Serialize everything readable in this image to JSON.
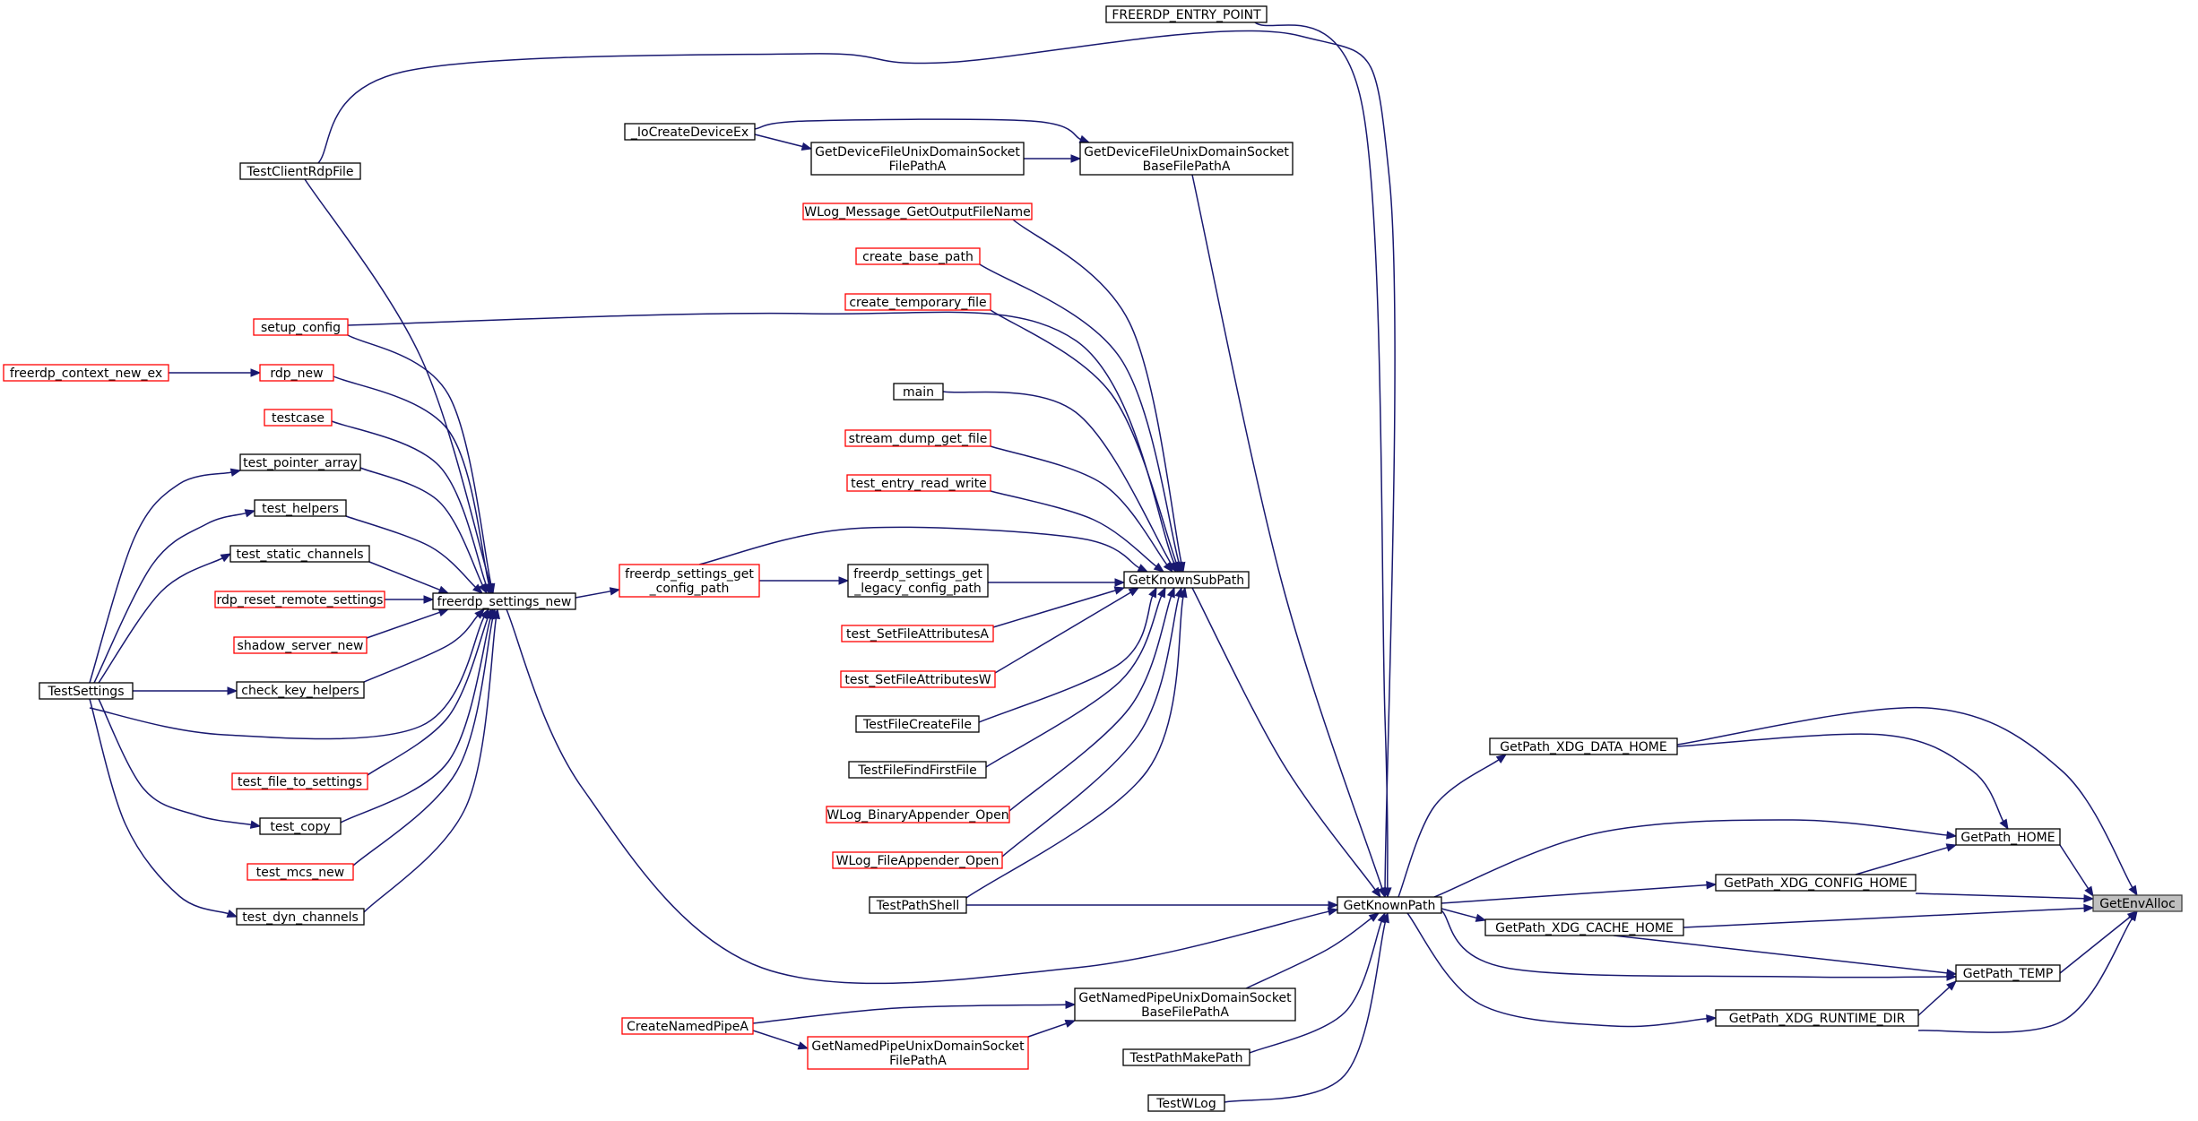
{
  "colors": {
    "edge": "#191970",
    "documented_border": "#000000",
    "undocumented_border": "#ff0000",
    "focus_fill": "#bfbfbf",
    "focus_border": "#404040",
    "node_fill": "#ffffff"
  },
  "nodes": [
    {
      "id": "GetEnvAlloc",
      "lines": [
        "GetEnvAlloc"
      ],
      "style": "focus"
    },
    {
      "id": "GetPath_HOME",
      "lines": [
        "GetPath_HOME"
      ],
      "style": "doc"
    },
    {
      "id": "GetPath_TEMP",
      "lines": [
        "GetPath_TEMP"
      ],
      "style": "doc"
    },
    {
      "id": "GetPath_XDG_DATA_HOME",
      "lines": [
        "GetPath_XDG_DATA_HOME"
      ],
      "style": "doc"
    },
    {
      "id": "GetPath_XDG_CONFIG_HOME",
      "lines": [
        "GetPath_XDG_CONFIG_HOME"
      ],
      "style": "doc"
    },
    {
      "id": "GetPath_XDG_CACHE_HOME",
      "lines": [
        "GetPath_XDG_CACHE_HOME"
      ],
      "style": "doc"
    },
    {
      "id": "GetPath_XDG_RUNTIME_DIR",
      "lines": [
        "GetPath_XDG_RUNTIME_DIR"
      ],
      "style": "doc"
    },
    {
      "id": "GetKnownPath",
      "lines": [
        "GetKnownPath"
      ],
      "style": "doc"
    },
    {
      "id": "FREERDP_ENTRY_POINT",
      "lines": [
        "FREERDP_ENTRY_POINT"
      ],
      "style": "doc"
    },
    {
      "id": "GetDeviceFileUnixDomainSocketBaseFilePathA",
      "lines": [
        "GetDeviceFileUnixDomainSocket",
        "BaseFilePathA"
      ],
      "style": "doc"
    },
    {
      "id": "GetDeviceFileUnixDomainSocketFilePathA",
      "lines": [
        "GetDeviceFileUnixDomainSocket",
        "FilePathA"
      ],
      "style": "doc"
    },
    {
      "id": "_IoCreateDeviceEx",
      "lines": [
        "_IoCreateDeviceEx"
      ],
      "style": "doc"
    },
    {
      "id": "GetKnownSubPath",
      "lines": [
        "GetKnownSubPath"
      ],
      "style": "doc"
    },
    {
      "id": "WLog_Message_GetOutputFileName",
      "lines": [
        "WLog_Message_GetOutputFileName"
      ],
      "style": "undoc"
    },
    {
      "id": "create_base_path",
      "lines": [
        "create_base_path"
      ],
      "style": "undoc"
    },
    {
      "id": "create_temporary_file",
      "lines": [
        "create_temporary_file"
      ],
      "style": "undoc"
    },
    {
      "id": "main",
      "lines": [
        "main"
      ],
      "style": "doc"
    },
    {
      "id": "stream_dump_get_file",
      "lines": [
        "stream_dump_get_file"
      ],
      "style": "undoc"
    },
    {
      "id": "test_entry_read_write",
      "lines": [
        "test_entry_read_write"
      ],
      "style": "undoc"
    },
    {
      "id": "freerdp_settings_get_legacy_config_path",
      "lines": [
        "freerdp_settings_get",
        "_legacy_config_path"
      ],
      "style": "doc"
    },
    {
      "id": "freerdp_settings_get_config_path",
      "lines": [
        "freerdp_settings_get",
        "_config_path"
      ],
      "style": "undoc"
    },
    {
      "id": "test_SetFileAttributesA",
      "lines": [
        "test_SetFileAttributesA"
      ],
      "style": "undoc"
    },
    {
      "id": "test_SetFileAttributesW",
      "lines": [
        "test_SetFileAttributesW"
      ],
      "style": "undoc"
    },
    {
      "id": "TestFileCreateFile",
      "lines": [
        "TestFileCreateFile"
      ],
      "style": "doc"
    },
    {
      "id": "TestFileFindFirstFile",
      "lines": [
        "TestFileFindFirstFile"
      ],
      "style": "doc"
    },
    {
      "id": "WLog_BinaryAppender_Open",
      "lines": [
        "WLog_BinaryAppender_Open"
      ],
      "style": "undoc"
    },
    {
      "id": "WLog_FileAppender_Open",
      "lines": [
        "WLog_FileAppender_Open"
      ],
      "style": "undoc"
    },
    {
      "id": "TestPathShell",
      "lines": [
        "TestPathShell"
      ],
      "style": "doc"
    },
    {
      "id": "GetNamedPipeUnixDomainSocketBaseFilePathA",
      "lines": [
        "GetNamedPipeUnixDomainSocket",
        "BaseFilePathA"
      ],
      "style": "doc"
    },
    {
      "id": "GetNamedPipeUnixDomainSocketFilePathA",
      "lines": [
        "GetNamedPipeUnixDomainSocket",
        "FilePathA"
      ],
      "style": "undoc"
    },
    {
      "id": "CreateNamedPipeA",
      "lines": [
        "CreateNamedPipeA"
      ],
      "style": "undoc"
    },
    {
      "id": "TestPathMakePath",
      "lines": [
        "TestPathMakePath"
      ],
      "style": "doc"
    },
    {
      "id": "TestWLog",
      "lines": [
        "TestWLog"
      ],
      "style": "doc"
    },
    {
      "id": "freerdp_settings_new",
      "lines": [
        "freerdp_settings_new"
      ],
      "style": "doc"
    },
    {
      "id": "TestClientRdpFile",
      "lines": [
        "TestClientRdpFile"
      ],
      "style": "doc"
    },
    {
      "id": "setup_config",
      "lines": [
        "setup_config"
      ],
      "style": "undoc"
    },
    {
      "id": "rdp_new",
      "lines": [
        "rdp_new"
      ],
      "style": "undoc"
    },
    {
      "id": "freerdp_context_new_ex",
      "lines": [
        "freerdp_context_new_ex"
      ],
      "style": "undoc"
    },
    {
      "id": "testcase",
      "lines": [
        "testcase"
      ],
      "style": "undoc"
    },
    {
      "id": "test_pointer_array",
      "lines": [
        "test_pointer_array"
      ],
      "style": "doc"
    },
    {
      "id": "test_helpers",
      "lines": [
        "test_helpers"
      ],
      "style": "doc"
    },
    {
      "id": "test_static_channels",
      "lines": [
        "test_static_channels"
      ],
      "style": "doc"
    },
    {
      "id": "rdp_reset_remote_settings",
      "lines": [
        "rdp_reset_remote_settings"
      ],
      "style": "undoc"
    },
    {
      "id": "shadow_server_new",
      "lines": [
        "shadow_server_new"
      ],
      "style": "undoc"
    },
    {
      "id": "check_key_helpers",
      "lines": [
        "check_key_helpers"
      ],
      "style": "doc"
    },
    {
      "id": "test_file_to_settings",
      "lines": [
        "test_file_to_settings"
      ],
      "style": "undoc"
    },
    {
      "id": "test_copy",
      "lines": [
        "test_copy"
      ],
      "style": "doc"
    },
    {
      "id": "test_mcs_new",
      "lines": [
        "test_mcs_new"
      ],
      "style": "undoc"
    },
    {
      "id": "test_dyn_channels",
      "lines": [
        "test_dyn_channels"
      ],
      "style": "doc"
    },
    {
      "id": "TestSettings",
      "lines": [
        "TestSettings"
      ],
      "style": "doc"
    }
  ],
  "edges": [
    [
      "GetPath_HOME",
      "GetEnvAlloc"
    ],
    [
      "GetPath_TEMP",
      "GetEnvAlloc"
    ],
    [
      "GetPath_XDG_DATA_HOME",
      "GetEnvAlloc"
    ],
    [
      "GetPath_XDG_CONFIG_HOME",
      "GetEnvAlloc"
    ],
    [
      "GetPath_XDG_CACHE_HOME",
      "GetEnvAlloc"
    ],
    [
      "GetPath_XDG_RUNTIME_DIR",
      "GetEnvAlloc"
    ],
    [
      "GetPath_XDG_DATA_HOME",
      "GetPath_HOME"
    ],
    [
      "GetPath_XDG_CONFIG_HOME",
      "GetPath_HOME"
    ],
    [
      "GetPath_XDG_CACHE_HOME",
      "GetPath_TEMP"
    ],
    [
      "GetPath_XDG_RUNTIME_DIR",
      "GetPath_TEMP"
    ],
    [
      "GetKnownPath",
      "GetPath_XDG_DATA_HOME"
    ],
    [
      "GetKnownPath",
      "GetPath_HOME"
    ],
    [
      "GetKnownPath",
      "GetPath_XDG_CONFIG_HOME"
    ],
    [
      "GetKnownPath",
      "GetPath_XDG_CACHE_HOME"
    ],
    [
      "GetKnownPath",
      "GetPath_TEMP"
    ],
    [
      "GetKnownPath",
      "GetPath_XDG_RUNTIME_DIR"
    ],
    [
      "FREERDP_ENTRY_POINT",
      "GetKnownPath"
    ],
    [
      "TestClientRdpFile",
      "GetKnownPath"
    ],
    [
      "GetDeviceFileUnixDomainSocketBaseFilePathA",
      "GetKnownPath"
    ],
    [
      "GetKnownSubPath",
      "GetKnownPath"
    ],
    [
      "TestPathShell",
      "GetKnownPath"
    ],
    [
      "freerdp_settings_new",
      "GetKnownPath"
    ],
    [
      "GetNamedPipeUnixDomainSocketBaseFilePathA",
      "GetKnownPath"
    ],
    [
      "TestPathMakePath",
      "GetKnownPath"
    ],
    [
      "TestWLog",
      "GetKnownPath"
    ],
    [
      "_IoCreateDeviceEx",
      "GetDeviceFileUnixDomainSocketBaseFilePathA"
    ],
    [
      "GetDeviceFileUnixDomainSocketFilePathA",
      "GetDeviceFileUnixDomainSocketBaseFilePathA"
    ],
    [
      "_IoCreateDeviceEx",
      "GetDeviceFileUnixDomainSocketFilePathA"
    ],
    [
      "WLog_Message_GetOutputFileName",
      "GetKnownSubPath"
    ],
    [
      "create_base_path",
      "GetKnownSubPath"
    ],
    [
      "create_temporary_file",
      "GetKnownSubPath"
    ],
    [
      "setup_config",
      "GetKnownSubPath"
    ],
    [
      "main",
      "GetKnownSubPath"
    ],
    [
      "stream_dump_get_file",
      "GetKnownSubPath"
    ],
    [
      "test_entry_read_write",
      "GetKnownSubPath"
    ],
    [
      "freerdp_settings_get_config_path",
      "GetKnownSubPath"
    ],
    [
      "freerdp_settings_get_legacy_config_path",
      "GetKnownSubPath"
    ],
    [
      "test_SetFileAttributesA",
      "GetKnownSubPath"
    ],
    [
      "test_SetFileAttributesW",
      "GetKnownSubPath"
    ],
    [
      "TestFileCreateFile",
      "GetKnownSubPath"
    ],
    [
      "TestFileFindFirstFile",
      "GetKnownSubPath"
    ],
    [
      "WLog_BinaryAppender_Open",
      "GetKnownSubPath"
    ],
    [
      "WLog_FileAppender_Open",
      "GetKnownSubPath"
    ],
    [
      "TestPathShell",
      "GetKnownSubPath"
    ],
    [
      "freerdp_settings_get_config_path",
      "freerdp_settings_get_legacy_config_path"
    ],
    [
      "freerdp_settings_new",
      "freerdp_settings_get_config_path"
    ],
    [
      "CreateNamedPipeA",
      "GetNamedPipeUnixDomainSocketBaseFilePathA"
    ],
    [
      "GetNamedPipeUnixDomainSocketFilePathA",
      "GetNamedPipeUnixDomainSocketBaseFilePathA"
    ],
    [
      "CreateNamedPipeA",
      "GetNamedPipeUnixDomainSocketFilePathA"
    ],
    [
      "TestClientRdpFile",
      "freerdp_settings_new"
    ],
    [
      "setup_config",
      "freerdp_settings_new"
    ],
    [
      "rdp_new",
      "freerdp_settings_new"
    ],
    [
      "testcase",
      "freerdp_settings_new"
    ],
    [
      "test_pointer_array",
      "freerdp_settings_new"
    ],
    [
      "test_helpers",
      "freerdp_settings_new"
    ],
    [
      "test_static_channels",
      "freerdp_settings_new"
    ],
    [
      "rdp_reset_remote_settings",
      "freerdp_settings_new"
    ],
    [
      "shadow_server_new",
      "freerdp_settings_new"
    ],
    [
      "check_key_helpers",
      "freerdp_settings_new"
    ],
    [
      "TestSettings",
      "freerdp_settings_new"
    ],
    [
      "test_file_to_settings",
      "freerdp_settings_new"
    ],
    [
      "test_copy",
      "freerdp_settings_new"
    ],
    [
      "test_mcs_new",
      "freerdp_settings_new"
    ],
    [
      "test_dyn_channels",
      "freerdp_settings_new"
    ],
    [
      "freerdp_context_new_ex",
      "rdp_new"
    ],
    [
      "TestSettings",
      "test_pointer_array"
    ],
    [
      "TestSettings",
      "test_helpers"
    ],
    [
      "TestSettings",
      "test_static_channels"
    ],
    [
      "TestSettings",
      "check_key_helpers"
    ],
    [
      "TestSettings",
      "test_copy"
    ],
    [
      "TestSettings",
      "test_dyn_channels"
    ]
  ]
}
